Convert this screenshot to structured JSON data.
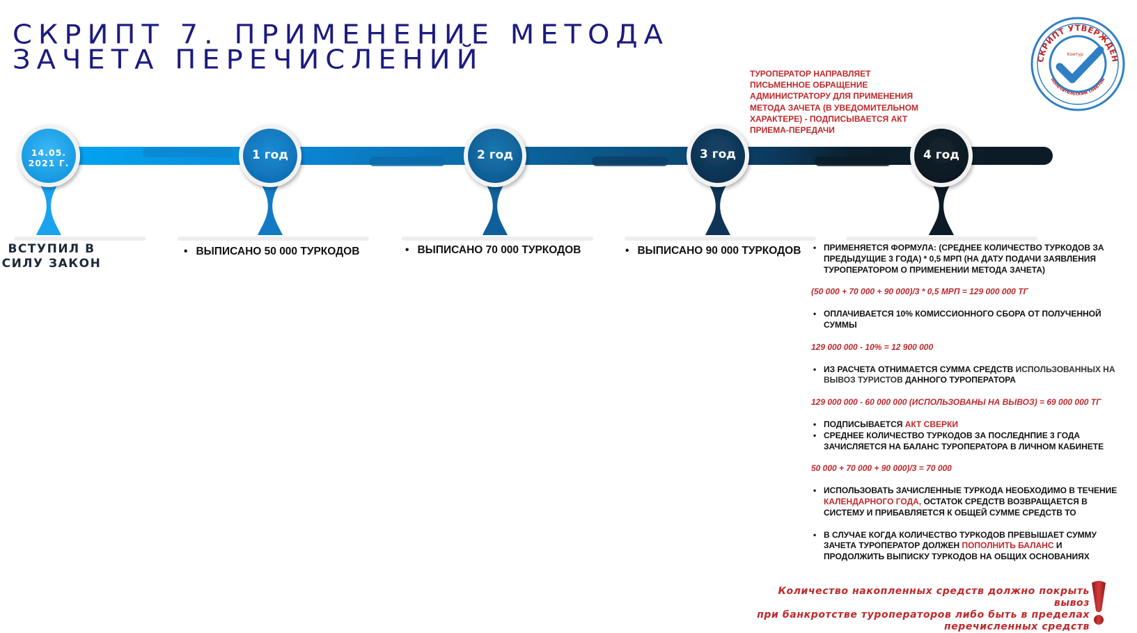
{
  "title": {
    "line1": "СКРИПТ 7. ПРИМЕНЕНИЕ МЕТОДА",
    "line2": "ЗАЧЕТА ПЕРЕЧИСЛЕНИЙ"
  },
  "operator_note": "ТУРОПЕРАТОР НАПРАВЛЯЕТ ПИСЬМЕННОЕ ОБРАЩЕНИЕ АДМИНИСТРАТОРУ ДЛЯ ПРИМЕНЕНИЯ МЕТОДА ЗАЧЕТА (В УВЕДОМИТЕЛЬНОМ ХАРАКТЕРЕ) - ПОДПИСЫВАЕТСЯ АКТ ПРИЕМА-ПЕРЕДАЧИ",
  "timeline": {
    "nodes": [
      {
        "label_line1": "14.05.",
        "label_line2": "2021 Г."
      },
      {
        "label": "1 год"
      },
      {
        "label": "2 год"
      },
      {
        "label": "3 год"
      },
      {
        "label": "4 год"
      }
    ],
    "colors": {
      "node1": "#1aa3ee",
      "node2": "#127ac4",
      "node3": "#0f5f9a",
      "node4": "#0e3457",
      "node5": "#0c1b25"
    }
  },
  "start_text_line1": "ВСТУПИЛ В",
  "start_text_line2": "СИЛУ ЗАКОН",
  "year_bullets": {
    "year1": "ВЫПИСАНО 50 000 ТУРКОДОВ",
    "year2": "ВЫПИСАНО 70 000 ТУРКОДОВ",
    "year3": "ВЫПИСАНО 90 000 ТУРКОДОВ"
  },
  "details": {
    "item1": "ПРИМЕНЯЕТСЯ ФОРМУЛА:  (СРЕДНЕЕ КОЛИЧЕСТВО ТУРКОДОВ ЗА ПРЕДЫДУЩИЕ 3 ГОДА) * 0,5 МРП (НА ДАТУ ПОДАЧИ ЗАЯВЛЕНИЯ ТУРОПЕРАТОРОМ О ПРИМЕНЕНИИ МЕТОДА ЗАЧЕТА)",
    "formula1": "(50 000 + 70 000 + 90 000)/3 * 0,5 МРП = 129 000 000 ТГ",
    "item2": "ОПЛАЧИВАЕТСЯ 10% КОМИССИОННОГО СБОРА ОТ ПОЛУЧЕННОЙ СУММЫ",
    "formula2": "129 000 000 - 10% = 12 900 000",
    "item3_a": "ИЗ РАСЧЕТА ОТНИМАЕТСЯ СУММА СРЕДСТВ ",
    "item3_b": "ИСПОЛЬЗОВАННЫХ НА ВЫВОЗ ТУРИСТОВ",
    "item3_c": " ДАННОГО ТУРОПЕРАТОРА",
    "formula3": "129 000 000 - 60 000 000 (ИСПОЛЬЗОВАНЫ НА ВЫВОЗ) = 69 000 000 ТГ",
    "item4_a": "ПОДПИСЫВАЕТСЯ ",
    "item4_b": "АКТ СВЕРКИ",
    "item5": "СРЕДНЕЕ КОЛИЧЕСТВО ТУРКОДОВ ЗА ПОСЛЕДНПИЕ 3 ГОДА ЗАЧИСЛЯЕТСЯ НА БАЛАНС ТУРОПЕРАТОРА В ЛИЧНОМ КАБИНЕТЕ",
    "formula4": "50 000 + 70 000 + 90 000)/3 = 70 000",
    "item6_a": "ИСПОЛЬЗОВАТЬ ЗАЧИСЛЕННЫЕ ТУРКОДА НЕОБХОДИМО В ТЕЧЕНИЕ ",
    "item6_b": "КАЛЕНДАРНОГО ГОДА,",
    "item6_c": " ОСТАТОК СРЕДСТВ ВОЗВРАЩАЕТСЯ В СИСТЕМУ И ПРИБАВЛЯЕТСЯ К ОБЩЕЙ СУММЕ СРЕДСТВ ТО",
    "item7_a": "В СЛУЧАЕ КОГДА КОЛИЧЕСТВО ТУРКОДОВ ПРЕВЫШАЕТ СУММУ ЗАЧЕТА ТУРОПЕРАТОР ДОЛЖЕН ",
    "item7_b": "ПОПОЛНИТЬ БАЛАНС",
    "item7_c": " И ПРОДОЛЖИТЬ ВЫПИСКУ ТУРКОДОВ НА ОБЩИХ ОСНОВАНИЯХ"
  },
  "footer_note": {
    "line1": "Количество накопленных средств должно покрыть вывоз",
    "line2": "при банкротстве туроператоров либо быть в пределах",
    "line3": "перечисленных средств"
  },
  "stamp": {
    "top_text": "СКРИПТ УТВЕРЖДЕН",
    "bottom_text": "попечительским советом",
    "logo_text": "Комтур",
    "color_red": "#c0282b",
    "color_blue": "#2f7fc4"
  }
}
